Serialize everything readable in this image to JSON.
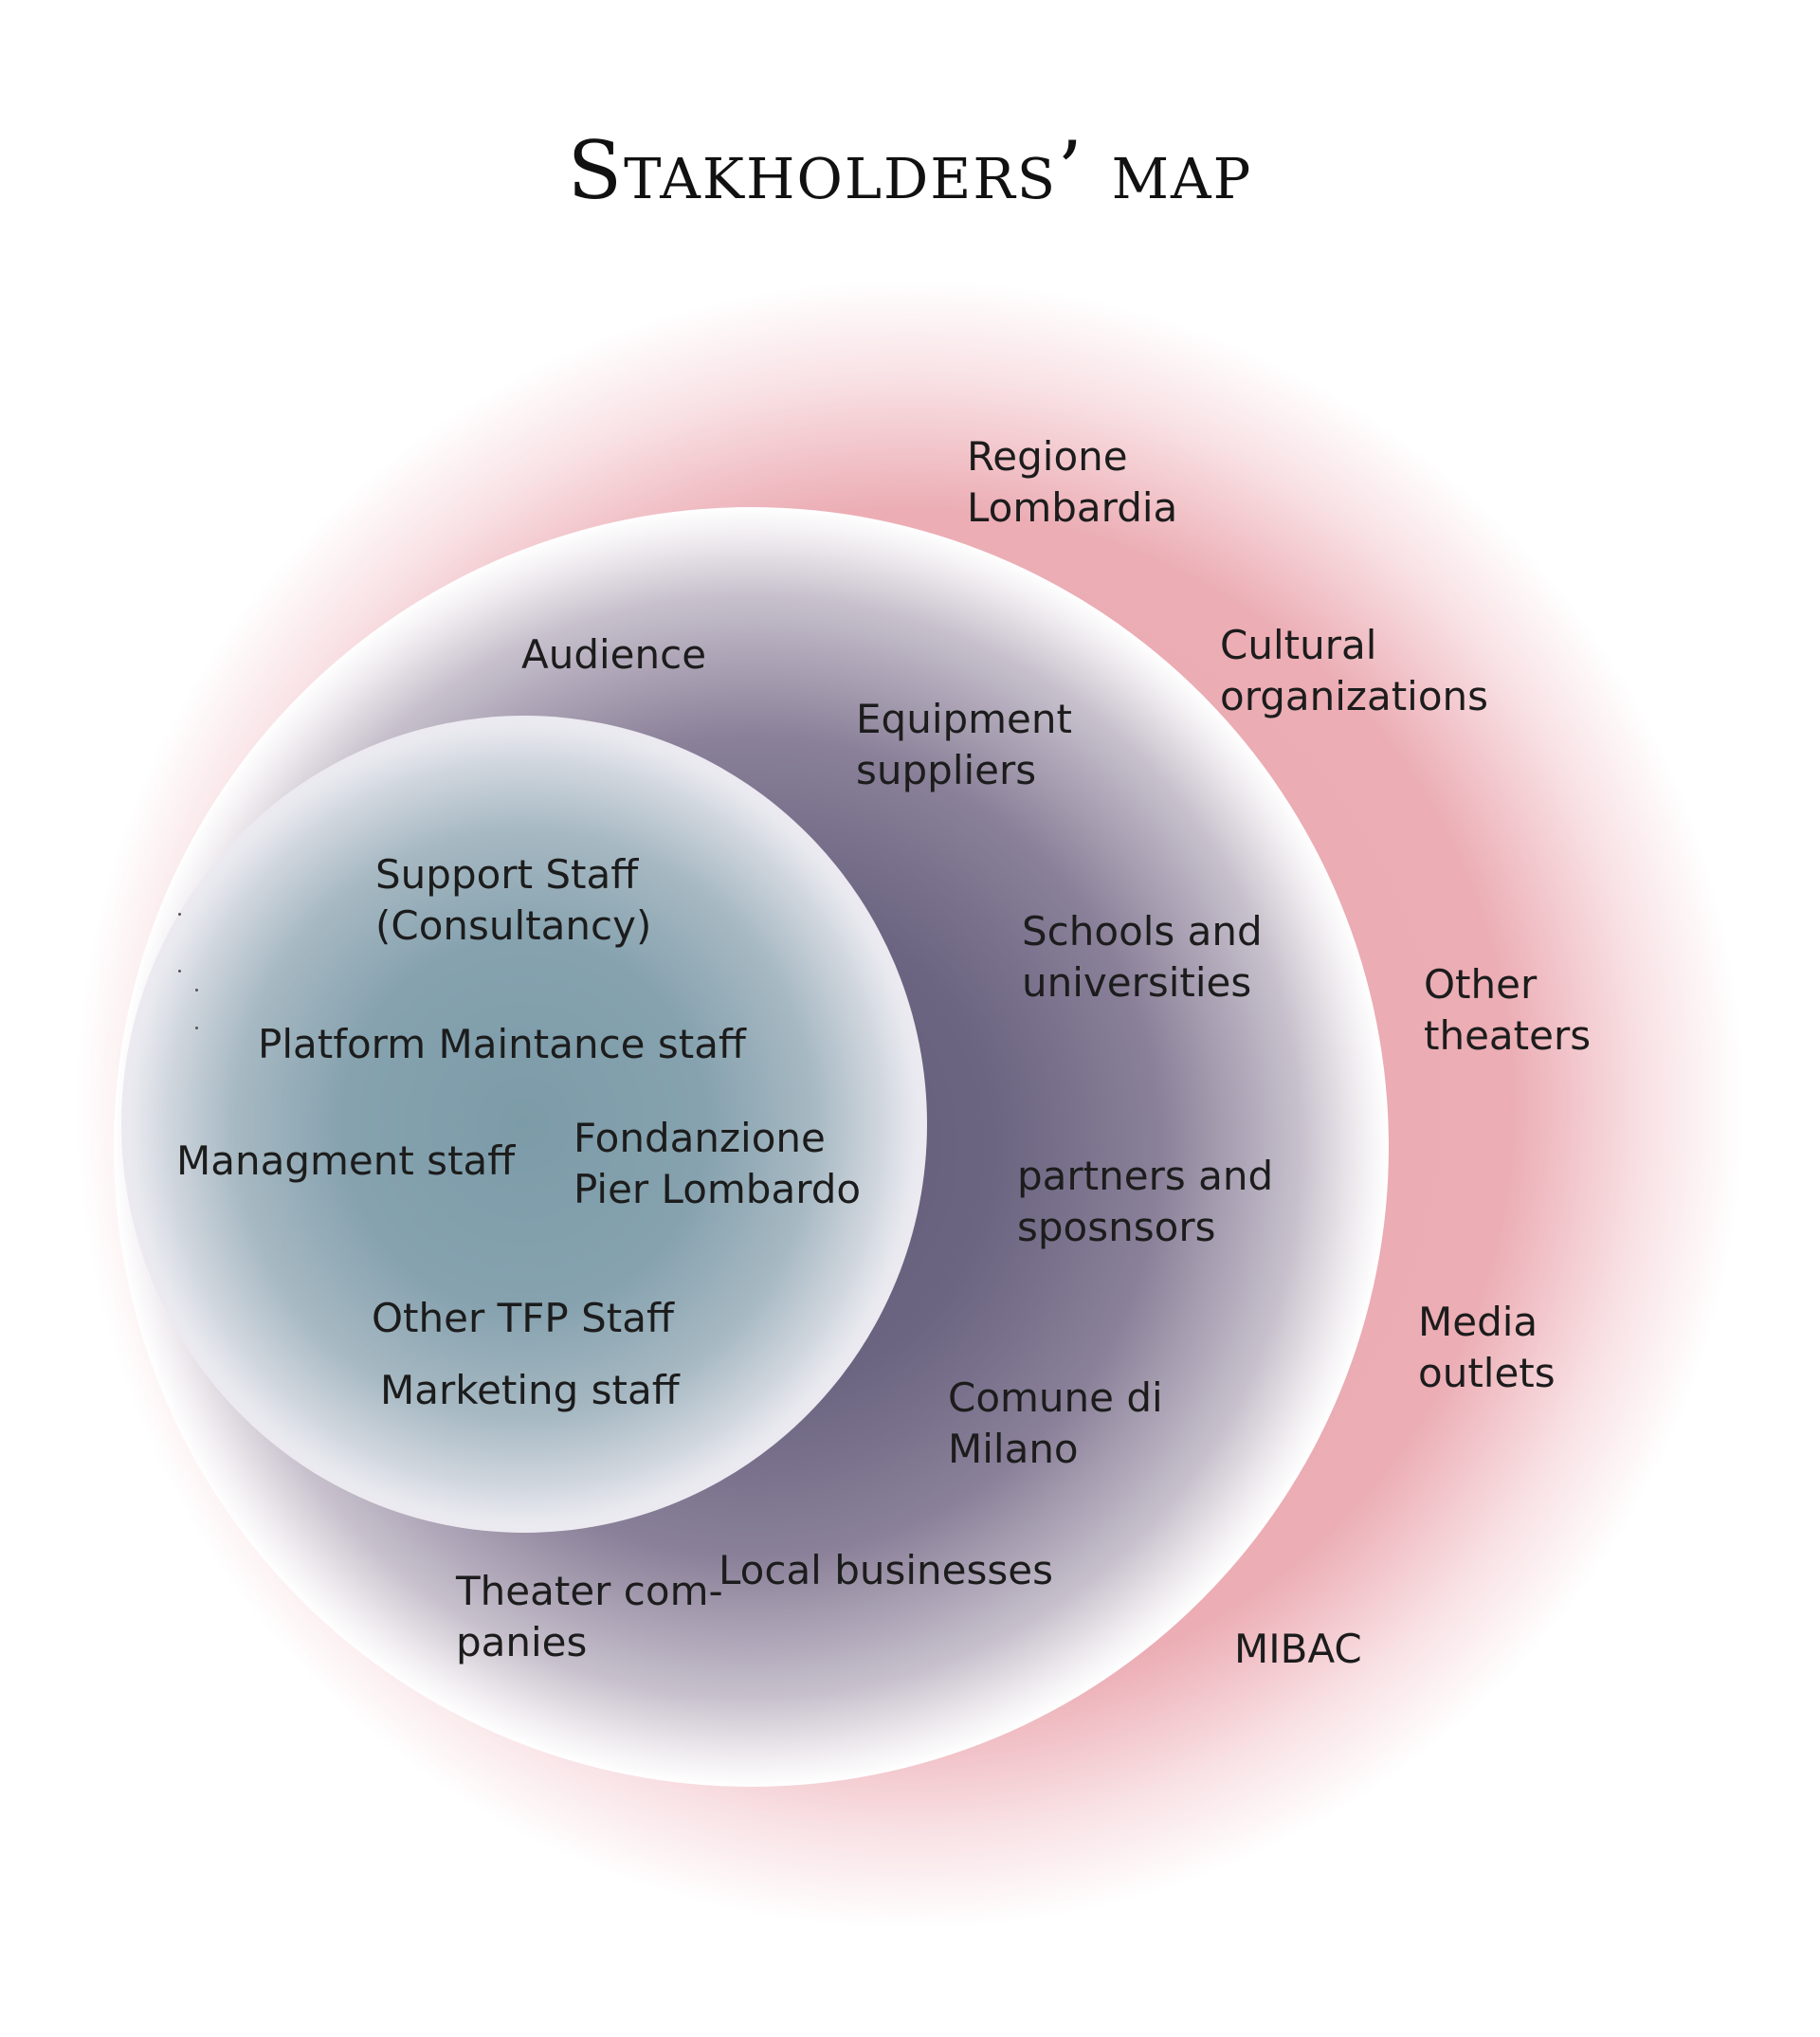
{
  "title": "Stakholders’ map",
  "inner_circle": {
    "support_staff": [
      "Support Staff",
      "(Consultancy)"
    ],
    "platform_staff": "Platform Maintance staff",
    "management_staff": "Managment staff",
    "fondazione": [
      "Fondanzione",
      "Pier Lombardo"
    ],
    "other_tfp_staff": "Other TFP Staff",
    "marketing_staff": "Marketing staff"
  },
  "middle_circle": {
    "audience": "Audience",
    "equipment_suppliers": [
      "Equipment",
      "suppliers"
    ],
    "schools": [
      "Schools and",
      "universities"
    ],
    "partners": [
      "partners and",
      "sposnsors"
    ],
    "comune": [
      "Comune di",
      "Milano"
    ],
    "local_businesses": "Local businesses",
    "theater_companies": [
      "Theater com-",
      "panies"
    ]
  },
  "outer_circle": {
    "regione": [
      "Regione",
      "Lombardia"
    ],
    "cultural_orgs": [
      "Cultural",
      "organizations"
    ],
    "other_theaters": [
      "Other",
      "theaters"
    ],
    "media_outlets": [
      "Media",
      "outlets"
    ],
    "mibac": "MIBAC"
  },
  "colors": {
    "outer": "#eaa6ae",
    "middle": "#5f5a75",
    "inner": "#7c9ba8"
  }
}
